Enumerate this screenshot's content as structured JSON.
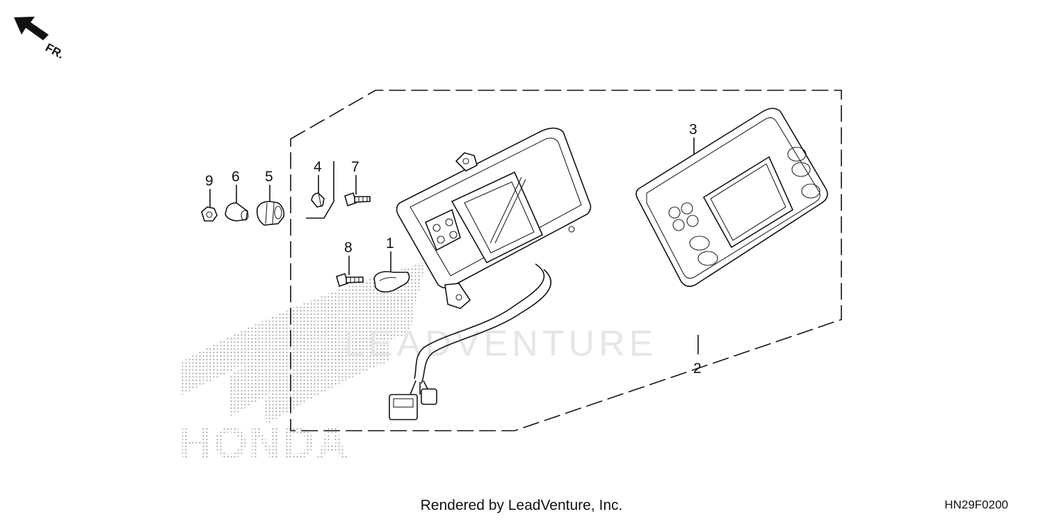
{
  "orientation": {
    "label": "FR."
  },
  "watermark": {
    "text": "LEADVENTURE",
    "brand": "HONDA"
  },
  "callouts": [
    {
      "id": "1",
      "label": "1"
    },
    {
      "id": "2",
      "label": "2"
    },
    {
      "id": "3",
      "label": "3"
    },
    {
      "id": "4",
      "label": "4"
    },
    {
      "id": "5",
      "label": "5"
    },
    {
      "id": "6",
      "label": "6"
    },
    {
      "id": "7",
      "label": "7"
    },
    {
      "id": "8",
      "label": "8"
    },
    {
      "id": "9",
      "label": "9"
    }
  ],
  "footer": {
    "credit": "Rendered by LeadVenture, Inc.",
    "diagram_code": "HN29F0200"
  },
  "colors": {
    "line": "#111111",
    "watermark": "#e6e6e6",
    "logo_dots": "#999999"
  }
}
